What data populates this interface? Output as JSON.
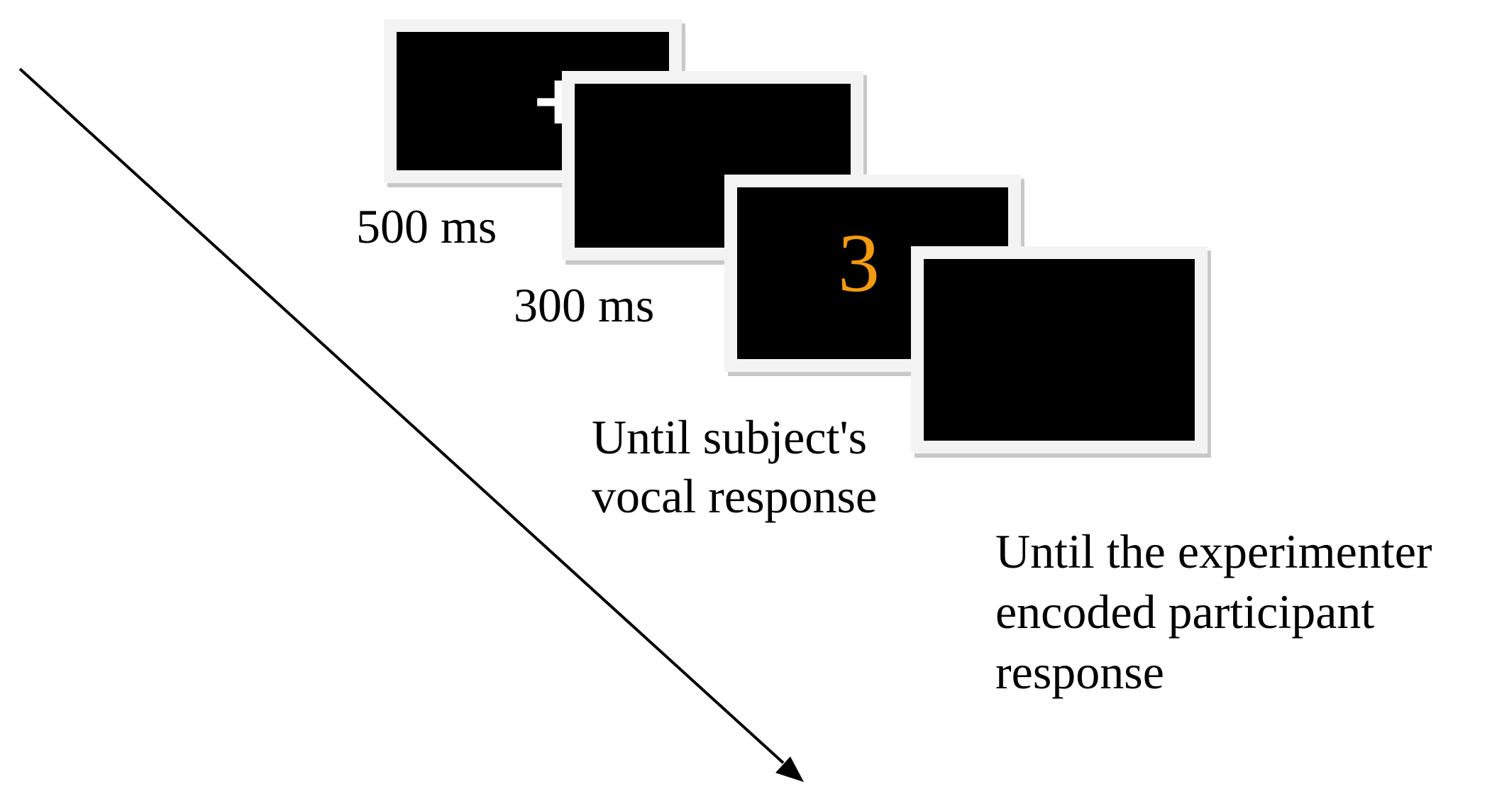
{
  "steps": [
    {
      "stimulus": "+",
      "duration": "500 ms"
    },
    {
      "stimulus": "",
      "duration": "300 ms"
    },
    {
      "stimulus": "3",
      "duration": "Until subject's\nvocal response"
    },
    {
      "stimulus": "",
      "duration": "Until the experimenter\nencoded participant\nresponse"
    }
  ],
  "colors": {
    "screen": "#000000",
    "screen_frame": "#f3f3f3",
    "fixation": "#ffffff",
    "digit": "#f29a10"
  }
}
